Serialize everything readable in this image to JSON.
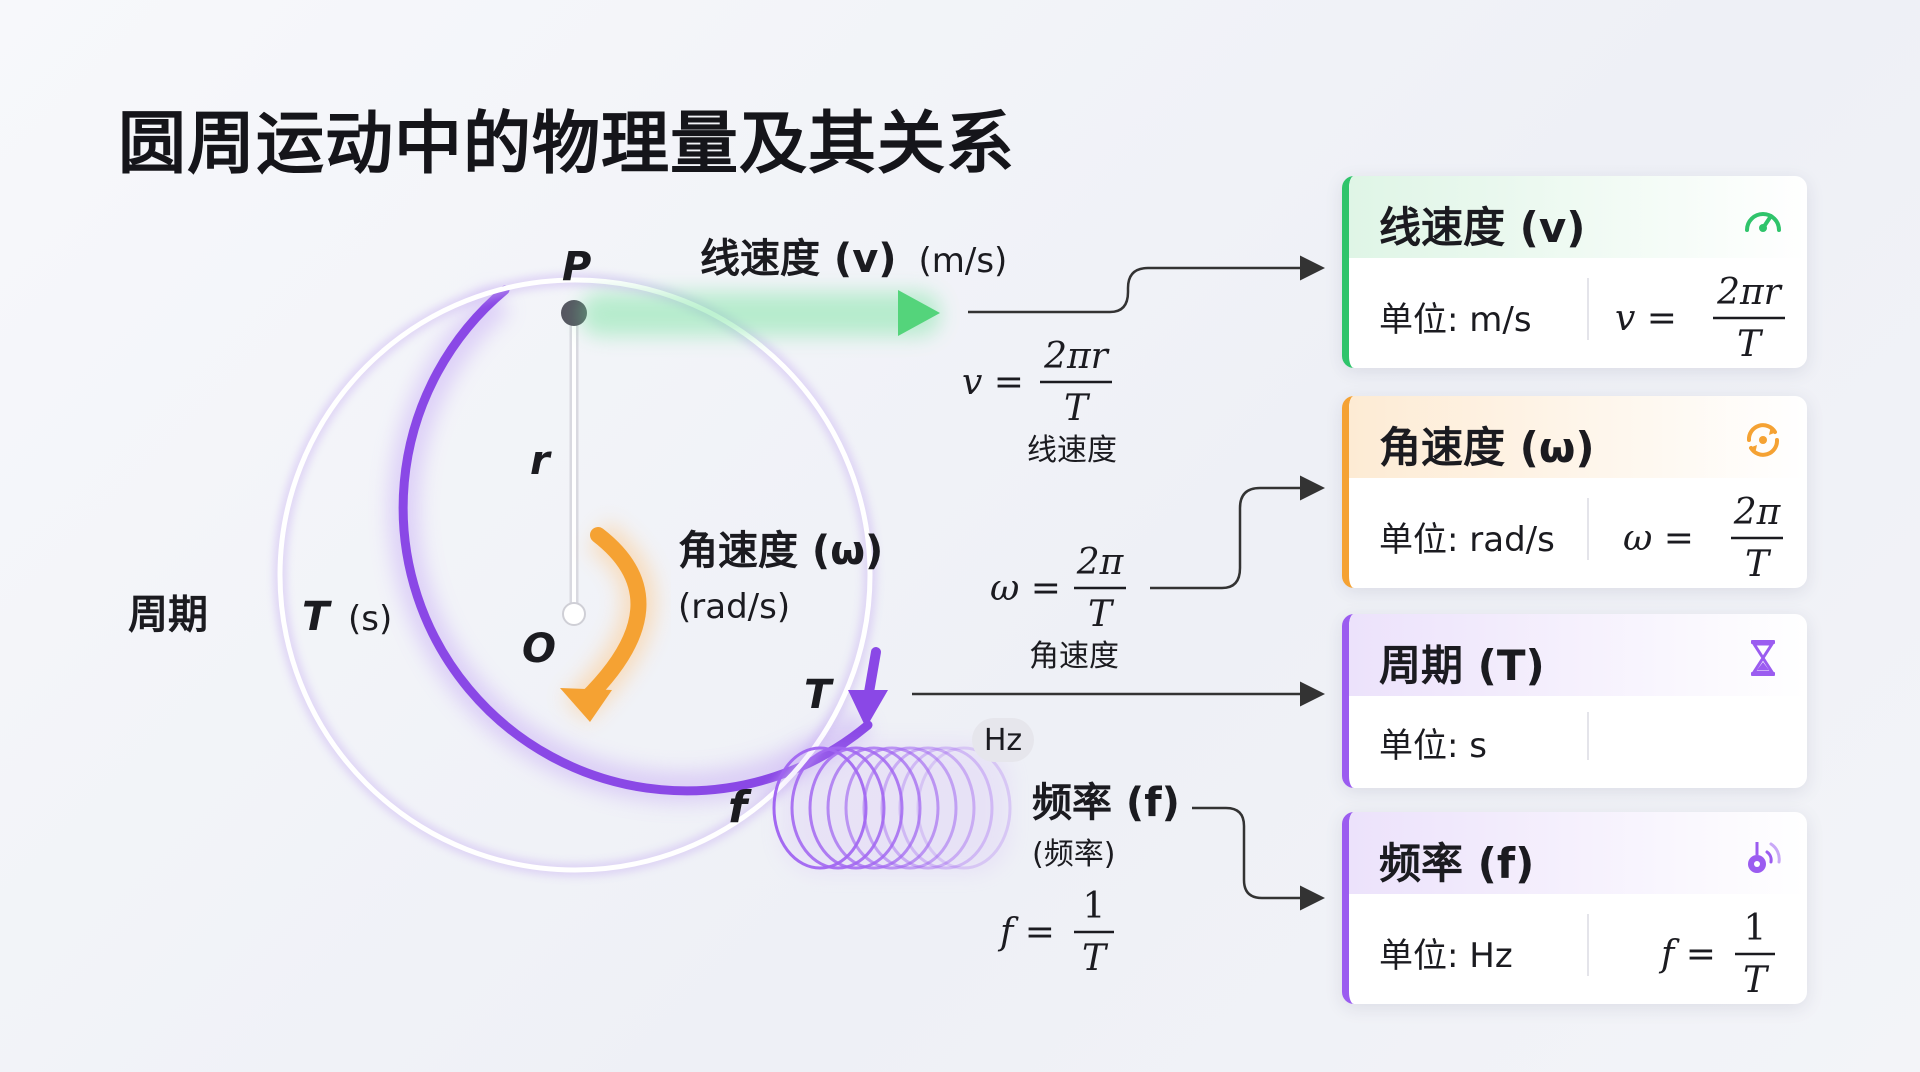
{
  "title": "圆周运动中的物理量及其关系",
  "diagram": {
    "point_p": "P",
    "point_o": "O",
    "radius_label": "r",
    "linear_velocity_label": "线速度 (v)",
    "linear_velocity_unit": "(m/s)",
    "angular_velocity_label": "角速度 (ω)",
    "angular_velocity_unit": "(rad/s)",
    "period_label": "周期",
    "period_symbol": "T",
    "period_unit": "(s)",
    "period_arrow_label": "T",
    "frequency_symbol": "f",
    "frequency_badge": "Hz",
    "frequency_label": "频率 (f)",
    "frequency_sub": "(频率)",
    "formula_v": {
      "lhs": "v =",
      "num": "2πr",
      "den": "T",
      "caption": "线速度"
    },
    "formula_w": {
      "lhs": "ω =",
      "num": "2π",
      "den": "T",
      "caption": "角速度"
    },
    "formula_f": {
      "lhs": "f =",
      "num": "1",
      "den": "T"
    }
  },
  "cards": [
    {
      "title": "线速度 (v)",
      "unit": "单位: m/s",
      "icon": "speedometer-icon",
      "accent": "#2fc46b",
      "tint": "#dff5e6",
      "formula": {
        "lhs": "v =",
        "num": "2πr",
        "den": "T"
      }
    },
    {
      "title": "角速度 (ω)",
      "unit": "单位: rad/s",
      "icon": "rotate-icon",
      "accent": "#f5a233",
      "tint": "#fdebd4",
      "formula": {
        "lhs": "ω =",
        "num": "2π",
        "den": "T"
      }
    },
    {
      "title": "周期 (T)",
      "unit": "单位: s",
      "icon": "hourglass-icon",
      "accent": "#9b5cf0",
      "tint": "#ece2fb",
      "formula": null
    },
    {
      "title": "频率 (f)",
      "unit": "单位: Hz",
      "icon": "signal-icon",
      "accent": "#9b5cf0",
      "tint": "#ece2fb",
      "formula": {
        "lhs": "f =",
        "num": "1",
        "den": "T"
      }
    }
  ],
  "colors": {
    "green": "#3cc96a",
    "orange": "#f5a233",
    "purple": "#8a48e6"
  }
}
